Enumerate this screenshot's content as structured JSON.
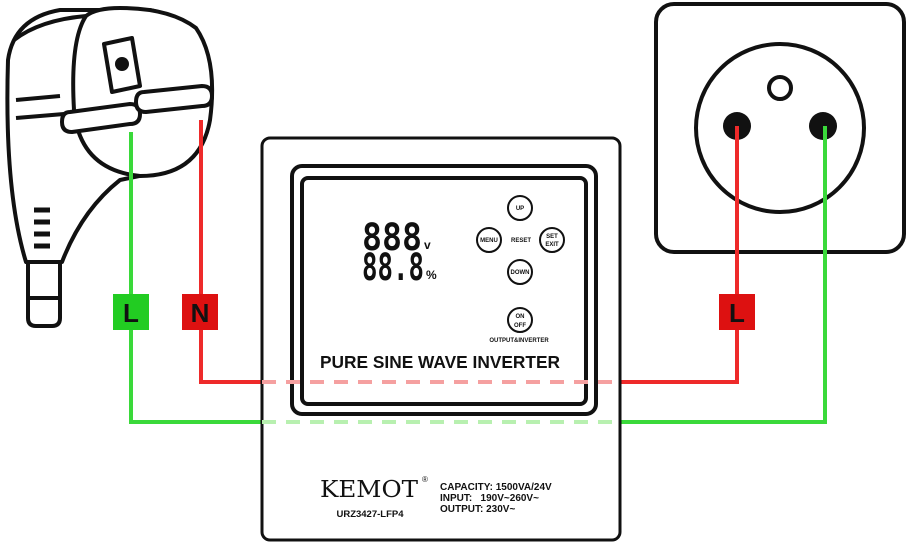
{
  "labels": {
    "plug_left_green": "L",
    "plug_left_red": "N",
    "socket_red": "L"
  },
  "display": {
    "row1": "888",
    "row1_unit": "v",
    "row2": "88.8",
    "row2_unit": "%"
  },
  "buttons": {
    "up": "UP",
    "menu": "MENU",
    "reset": "RESET",
    "set": "SET",
    "exit": "EXIT",
    "down": "DOWN",
    "on": "ON",
    "off": "OFF",
    "output_inverter": "OUTPUT&INVERTER"
  },
  "panel_title": "PURE SINE WAVE INVERTER",
  "brand": {
    "name": "KEMOT",
    "registered": "®",
    "model": "URZ3427-LFP4"
  },
  "specs": {
    "capacity": "CAPACITY: 1500VA/24V",
    "input": "INPUT:   190V~260V~",
    "output": "OUTPUT: 230V~"
  },
  "colors": {
    "red_wire": "#ee2a2a",
    "green_wire": "#3ad93a",
    "red_dashed": "#f5a0a0",
    "green_dashed": "#b8f0b0",
    "label_green_bg": "#22cc22",
    "label_red_bg": "#dd1111",
    "outline": "#111111"
  }
}
